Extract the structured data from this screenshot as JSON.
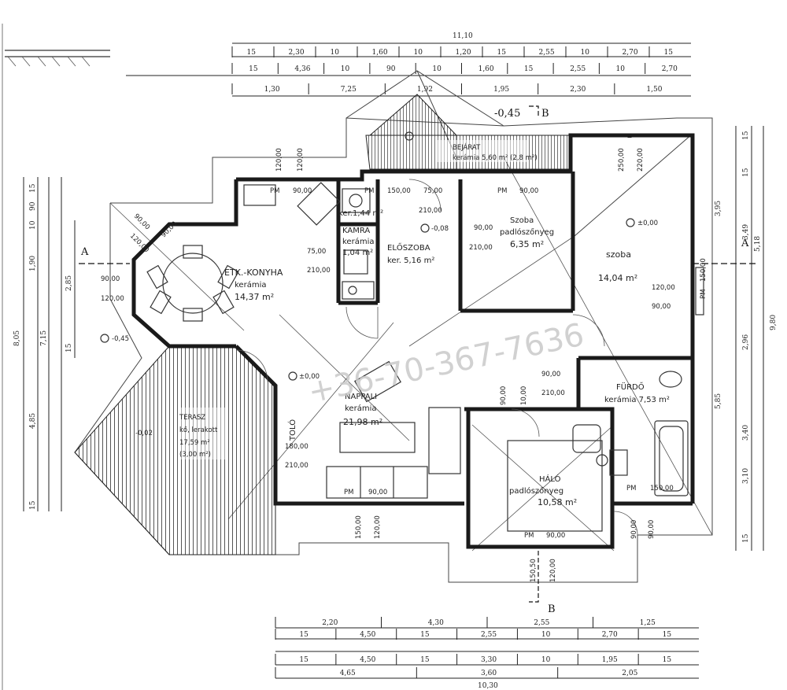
{
  "dimensions": {
    "top_total": "11,10",
    "top_row1": [
      "15",
      "2,30",
      "10",
      "1,60",
      "10",
      "1,20",
      "15",
      "2,55",
      "10",
      "2,70",
      "15"
    ],
    "top_row2": [
      "15",
      "4,36",
      "10",
      "90",
      "10",
      "1,60",
      "15",
      "2,55",
      "10",
      "2,70"
    ],
    "top_row3": [
      "1,30",
      "7,25",
      "1,92",
      "1,95",
      "2,30",
      "1,50"
    ],
    "bottom_row1": [
      "2,20",
      "4,30",
      "2,55",
      "1,25"
    ],
    "bottom_row2": [
      "15",
      "4,50",
      "15",
      "2,55",
      "10",
      "2,70",
      "15"
    ],
    "bottom_row3": [
      "15",
      "4,50",
      "15",
      "3,30",
      "10",
      "1,95",
      "15"
    ],
    "bottom_row4": [
      "4,65",
      "3,60",
      "2,05"
    ],
    "bottom_total": "10,30",
    "left_outer": [
      "8,05",
      "7,15",
      "4,85"
    ],
    "left_inner": [
      "15",
      "90",
      "10",
      "1,90",
      "2,85",
      "15",
      "15"
    ],
    "right_outer": [
      "9,80"
    ],
    "right_inner": [
      "15",
      "3,95",
      "15",
      "5,85",
      "15"
    ],
    "right_ticks": [
      "3,49",
      "5,18",
      "2,96",
      "3,40",
      "3,10"
    ]
  },
  "rooms": {
    "kitchen": {
      "name": "ETK.-KONYHA",
      "floor": "kerámia",
      "area": "14,37 m²"
    },
    "pantry": {
      "name": "KAMRA",
      "floor": "kerámia",
      "area": "1,04 m²"
    },
    "wc": {
      "name": "",
      "floor": "",
      "area": "ker.1,44 m²"
    },
    "hall": {
      "name": "ELŐSZOBA",
      "floor": "",
      "area": "ker. 5,16 m²"
    },
    "entrance": {
      "name": "BEJÁRAT",
      "floor": "",
      "area": "kerámia 5,60 m² (2,8 m²)"
    },
    "room_small": {
      "name": "Szoba",
      "floor": "padlószőnyeg",
      "area": "6,35 m²"
    },
    "room_big": {
      "name": "szoba",
      "floor": "",
      "area": "14,04 m²"
    },
    "living": {
      "name": "NAPPALI",
      "floor": "kerámia",
      "area": "21,98 m²"
    },
    "bath": {
      "name": "FÜRDŐ",
      "floor": "",
      "area": "kerámia 7,53 m²"
    },
    "bedroom": {
      "name": "HÁLÓ",
      "floor": "padlószőnyeg",
      "area": "10,58 m²"
    },
    "terrace": {
      "name": "TERASZ",
      "floor": "kő, lerakott",
      "area": "17,59 m²",
      "extra": "(3,00 m²)"
    }
  },
  "labels": {
    "tolo": "TOLÓ",
    "pm": "PM",
    "level_zero": "±0,00",
    "level_kitchen": "-0,08",
    "level_neg": "-0,45",
    "level_top": "-0,45",
    "level_terrace": "-0,02",
    "section_a": "A",
    "section_b": "B",
    "watermark": "+36-70-367-7636",
    "door_w90": "90,00",
    "door_w75": "75,00",
    "door_w120": "120,00",
    "door_h210": "210,00",
    "door_h180": "180,00",
    "door_w150": "150,00",
    "door_w250": "250,00",
    "door_w220": "220,00",
    "door_w10": "10,00",
    "door_p150": "150,50"
  }
}
